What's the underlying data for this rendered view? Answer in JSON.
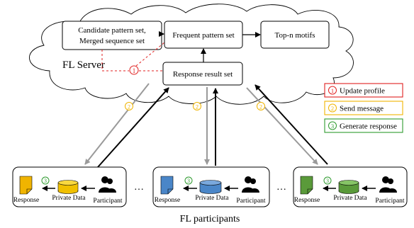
{
  "server": {
    "label": "FL Server",
    "boxes": {
      "candidate": [
        "Candidate pattern set,",
        "Merged sequence set"
      ],
      "frequent": "Frequent pattern set",
      "topn": "Top-n motifs",
      "response": "Response result set"
    },
    "marker_1": "1"
  },
  "legend": [
    {
      "num": "1",
      "label": "Update profile",
      "color": "#e02020"
    },
    {
      "num": "2",
      "label": "Send message",
      "color": "#f0b400"
    },
    {
      "num": "3",
      "label": "Generate response",
      "color": "#2e9a2e"
    }
  ],
  "step2_labels": [
    "2",
    "2",
    "2"
  ],
  "participants": {
    "title": "FL participants",
    "ellipsis": "…",
    "groups": [
      {
        "doc_color": "#f0b400",
        "db_color": "#f0c000",
        "step3": "3",
        "response": "Response",
        "private": "Private Data",
        "participant": "Participant"
      },
      {
        "doc_color": "#4a86c8",
        "db_color": "#4a86c8",
        "step3": "3",
        "response": "Response",
        "private": "Private Data",
        "participant": "Participant"
      },
      {
        "doc_color": "#5a9a3a",
        "db_color": "#5a9a3a",
        "step3": "3",
        "response": "Response",
        "private": "Private Data",
        "participant": "Participant"
      }
    ]
  }
}
